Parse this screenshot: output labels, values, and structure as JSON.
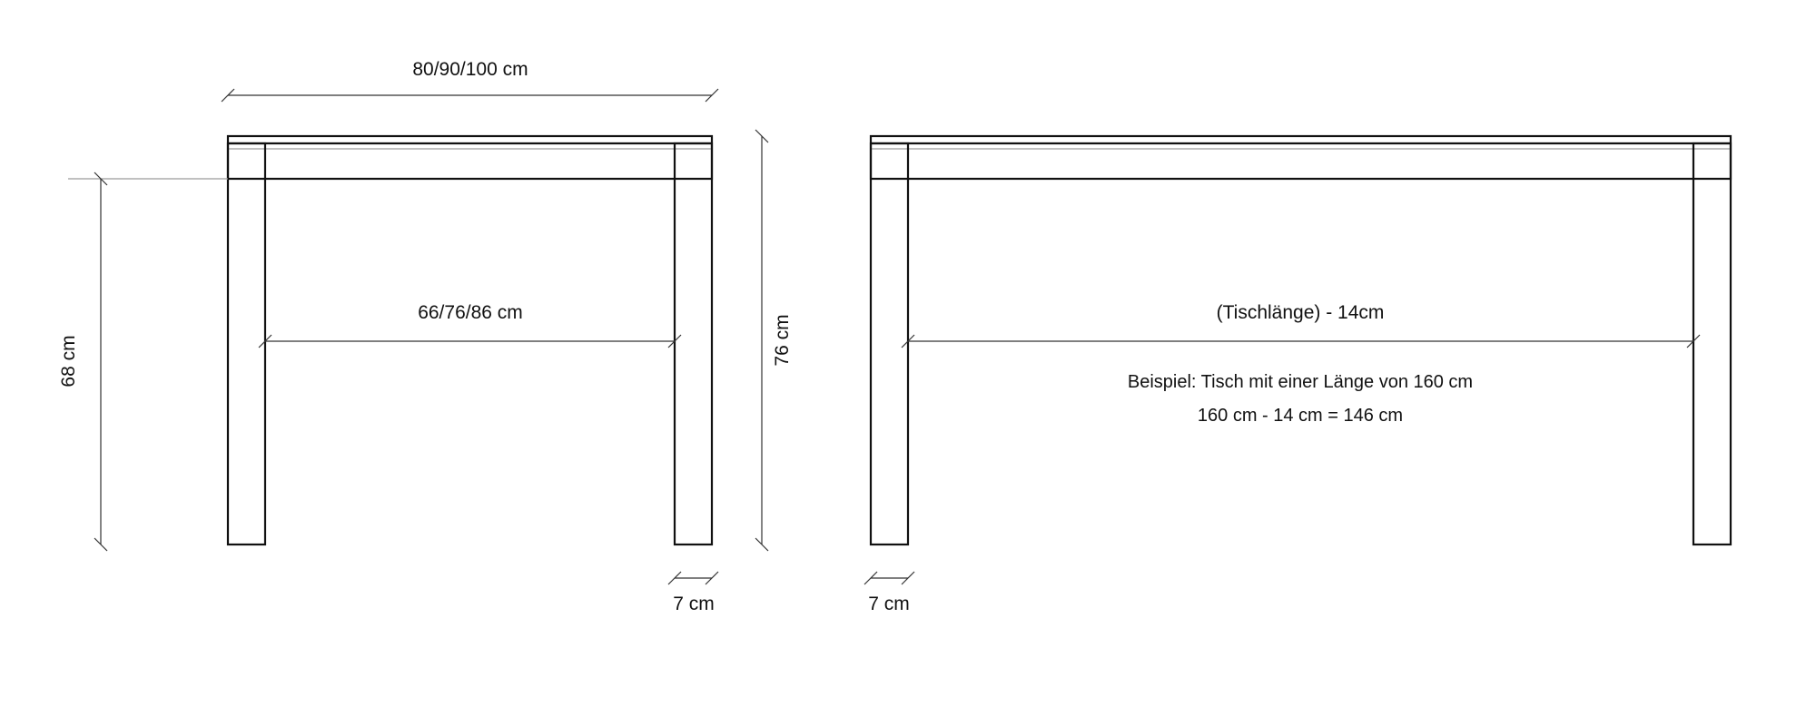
{
  "left_table": {
    "top_width_label": "80/90/100 cm",
    "inner_width_label": "66/76/86 cm",
    "leg_height_label": "68 cm",
    "total_height_label": "76 cm",
    "leg_width_label": "7 cm"
  },
  "right_table": {
    "inner_length_label": "(Tischlänge) - 14cm",
    "example_line_1": "Beispiel: Tisch mit einer Länge von 160 cm",
    "example_line_2": "160 cm - 14 cm = 146 cm",
    "leg_width_label": "7 cm"
  },
  "colors": {
    "outline": "#111111",
    "dimension": "#333333",
    "guide": "#9a9a9a"
  }
}
